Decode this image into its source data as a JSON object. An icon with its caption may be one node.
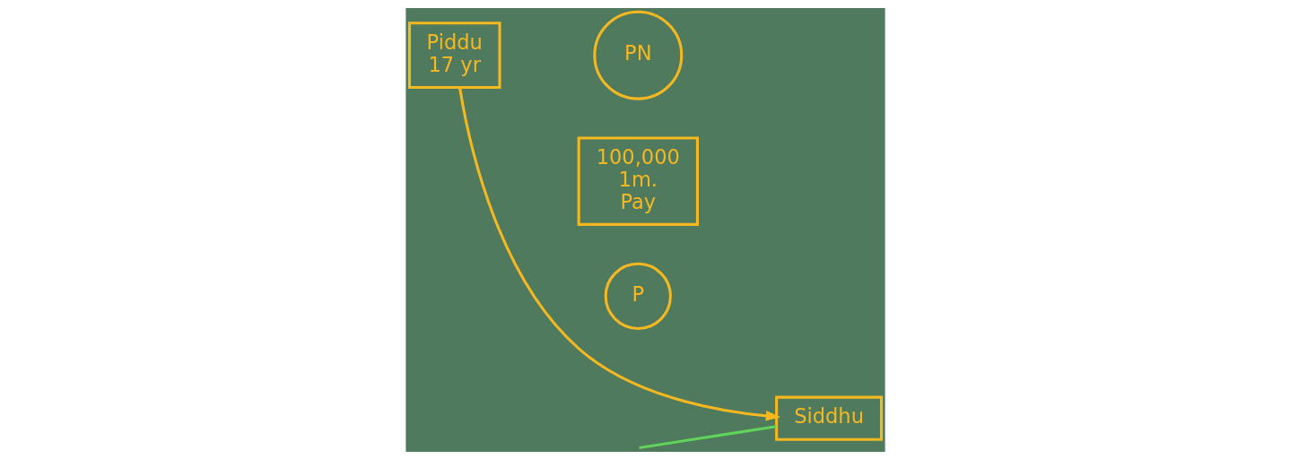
{
  "diagram": {
    "nodes": [
      {
        "text": [
          "Piddu",
          "17 yr"
        ]
      },
      {
        "text": [
          "PN"
        ]
      },
      {
        "text": [
          "100,000",
          "1m.",
          "Pay"
        ]
      },
      {
        "text": [
          "P"
        ]
      },
      {
        "text": [
          "Siddhu"
        ]
      }
    ],
    "edges": [
      {
        "from": 0,
        "to": 4,
        "arrow": "to"
      },
      {
        "from": null,
        "to": 4,
        "arrow": "none",
        "color": "#5fd35a"
      }
    ]
  }
}
